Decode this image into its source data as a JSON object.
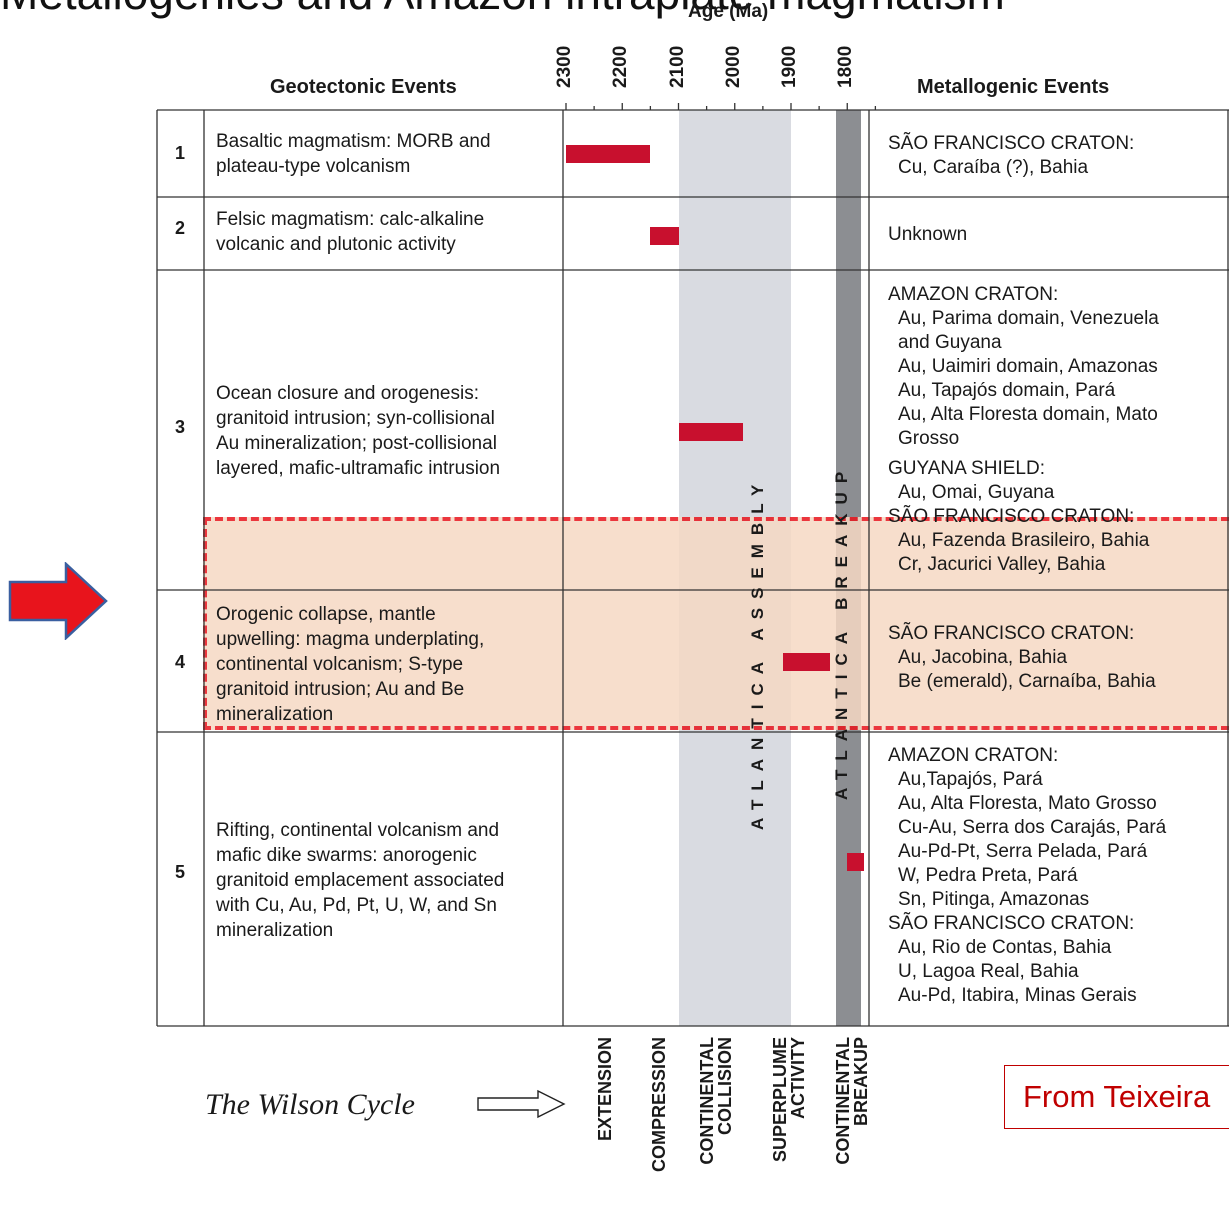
{
  "slide": {
    "title": "Metallogenies and Amazon intraplate magmatism"
  },
  "diagram": {
    "age_axis": {
      "title": "Age (Ma)",
      "ticks": [
        "2300",
        "2200",
        "2100",
        "2000",
        "1900",
        "1800"
      ]
    },
    "headers": {
      "geotectonic": "Geotectonic Events",
      "metallogenic": "Metallogenic Events"
    },
    "rows": [
      {
        "number": "1",
        "geotectonic": "Basaltic magmatism: MORB and\nplateau-type volcanism",
        "age_range_ma": [
          2300,
          2150
        ],
        "metallogenic": [
          {
            "text": "SÃO FRANCISCO CRATON:",
            "indent": false
          },
          {
            "text": "Cu, Caraíba (?),  Bahia",
            "indent": true
          }
        ]
      },
      {
        "number": "2",
        "geotectonic": "Felsic magmatism: calc-alkaline\nvolcanic and plutonic activity",
        "age_range_ma": [
          2150,
          2100
        ],
        "metallogenic": [
          {
            "text": "Unknown",
            "indent": false
          }
        ]
      },
      {
        "number": "3",
        "geotectonic": "Ocean closure and orogenesis:\ngranitoid intrusion; syn-collisional\nAu mineralization; post-collisional\nlayered, mafic-ultramafic intrusion",
        "age_range_ma": [
          2100,
          1985
        ],
        "metallogenic": [
          {
            "text": "AMAZON CRATON:",
            "indent": false
          },
          {
            "text": "Au, Parima domain, Venezuela",
            "indent": true
          },
          {
            "text": "and Guyana",
            "indent": true
          },
          {
            "text": "Au, Uaimiri domain, Amazonas",
            "indent": true
          },
          {
            "text": "Au, Tapajós domain, Pará",
            "indent": true
          },
          {
            "text": "Au, Alta Floresta domain, Mato",
            "indent": true
          },
          {
            "text": "Grosso",
            "indent": true
          },
          {
            "text": "GUYANA SHIELD:",
            "indent": false,
            "gap": true
          },
          {
            "text": "Au, Omai, Guyana",
            "indent": true
          },
          {
            "text": "SÃO FRANCISCO CRATON:",
            "indent": false
          },
          {
            "text": "Au, Fazenda Brasileiro, Bahia",
            "indent": true
          },
          {
            "text": "Cr, Jacurici Valley, Bahia",
            "indent": true
          }
        ]
      },
      {
        "number": "4",
        "geotectonic": "Orogenic collapse, mantle\nupwelling: magma underplating,\ncontinental volcanism; S-type\ngranitoid intrusion;  Au and Be\nmineralization",
        "age_range_ma": [
          1915,
          1830
        ],
        "metallogenic": [
          {
            "text": "SÃO FRANCISCO CRATON:",
            "indent": false
          },
          {
            "text": "Au, Jacobina, Bahia",
            "indent": true
          },
          {
            "text": "Be (emerald), Carnaíba, Bahia",
            "indent": true
          }
        ]
      },
      {
        "number": "5",
        "geotectonic": "Rifting, continental volcanism and\nmafic dike swarms: anorogenic\ngranitoid emplacement associated\nwith Cu, Au, Pd, Pt, U, W, and Sn\nmineralization",
        "age_range_ma": [
          1800,
          1770
        ],
        "metallogenic": [
          {
            "text": "AMAZON CRATON:",
            "indent": false
          },
          {
            "text": "Au,Tapajós, Pará",
            "indent": true
          },
          {
            "text": "Au, Alta Floresta, Mato Grosso",
            "indent": true
          },
          {
            "text": "Cu-Au, Serra dos Carajás, Pará",
            "indent": true
          },
          {
            "text": "Au-Pd-Pt, Serra Pelada, Pará",
            "indent": true
          },
          {
            "text": "W, Pedra Preta, Pará",
            "indent": true
          },
          {
            "text": "Sn, Pitinga, Amazonas",
            "indent": true
          },
          {
            "text": "SÃO FRANCISCO CRATON:",
            "indent": false
          },
          {
            "text": "Au, Rio de Contas, Bahia",
            "indent": true
          },
          {
            "text": "U, Lagoa Real, Bahia",
            "indent": true
          },
          {
            "text": "Au-Pd, Itabira, Minas Gerais",
            "indent": true
          }
        ]
      }
    ],
    "bands": [
      {
        "label": "ATLANTICA  ASSEMBLY",
        "age_range_ma": [
          2100,
          1900
        ],
        "color": "#d9dbe1"
      },
      {
        "label": "ATLANTICA  BREAKUP",
        "age_range_ma": [
          1820,
          1775
        ],
        "color": "#8c8e92"
      }
    ],
    "wilson_cycle": {
      "title": "The Wilson Cycle",
      "stages": [
        "EXTENSION",
        "COMPRESSION",
        "CONTINENTAL\nCOLLISION",
        "SUPERPLUME\nACTIVITY",
        "CONTINENTAL\nBREAKUP"
      ]
    },
    "colors": {
      "event_bar": "#c8102e",
      "highlight_fill": "#f6d9c4",
      "highlight_border": "#e8141c",
      "arrow_fill": "#e8141c",
      "arrow_border": "#3a5fa0"
    }
  },
  "citation": "From Teixeira"
}
